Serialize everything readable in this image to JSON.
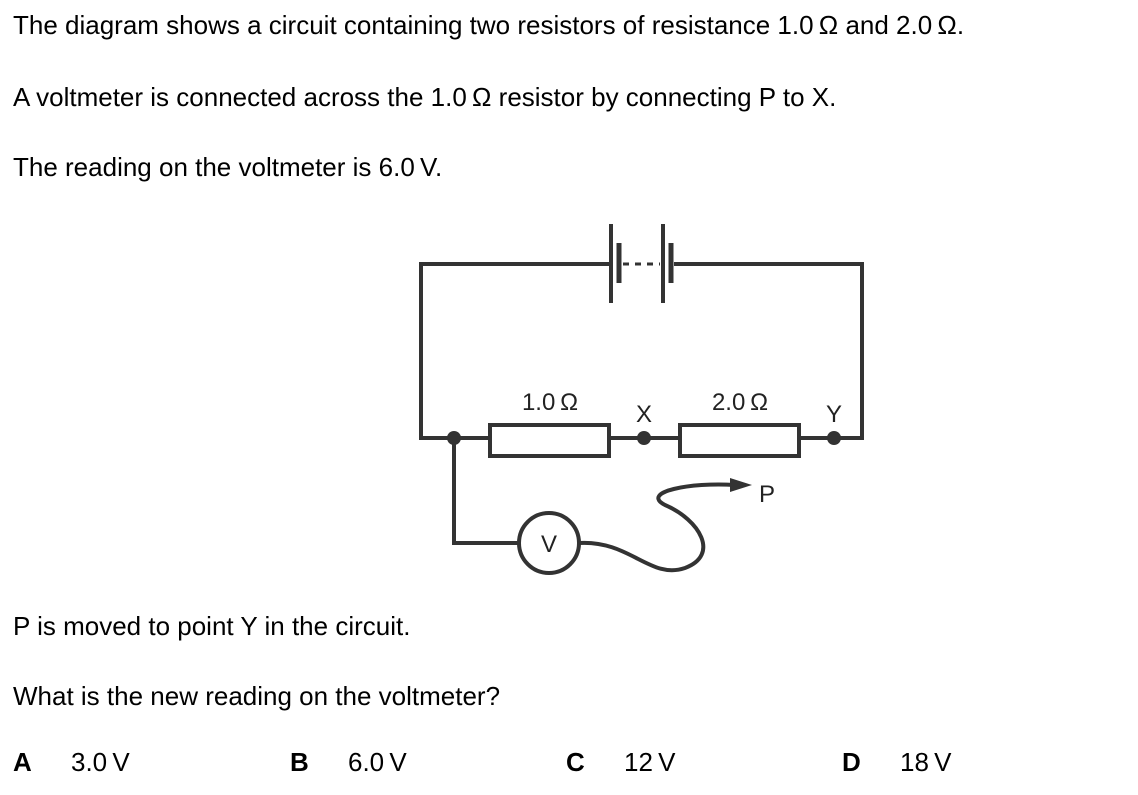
{
  "question": {
    "lines": [
      "The diagram shows a circuit containing two resistors of resistance 1.0 Ω and 2.0 Ω.",
      "A voltmeter is connected across the 1.0 Ω resistor by connecting P to X.",
      "The reading on the voltmeter is 6.0 V.",
      "P is moved to point Y in the circuit.",
      "What is the new reading on the voltmeter?"
    ]
  },
  "diagram": {
    "resistor1_label": "1.0 Ω",
    "resistor2_label": "2.0 Ω",
    "point_x_label": "X",
    "point_y_label": "Y",
    "probe_label": "P",
    "voltmeter_label": "V"
  },
  "options": [
    {
      "letter": "A",
      "value": "3.0 V"
    },
    {
      "letter": "B",
      "value": "6.0 V"
    },
    {
      "letter": "C",
      "value": "12 V"
    },
    {
      "letter": "D",
      "value": "18 V"
    }
  ]
}
